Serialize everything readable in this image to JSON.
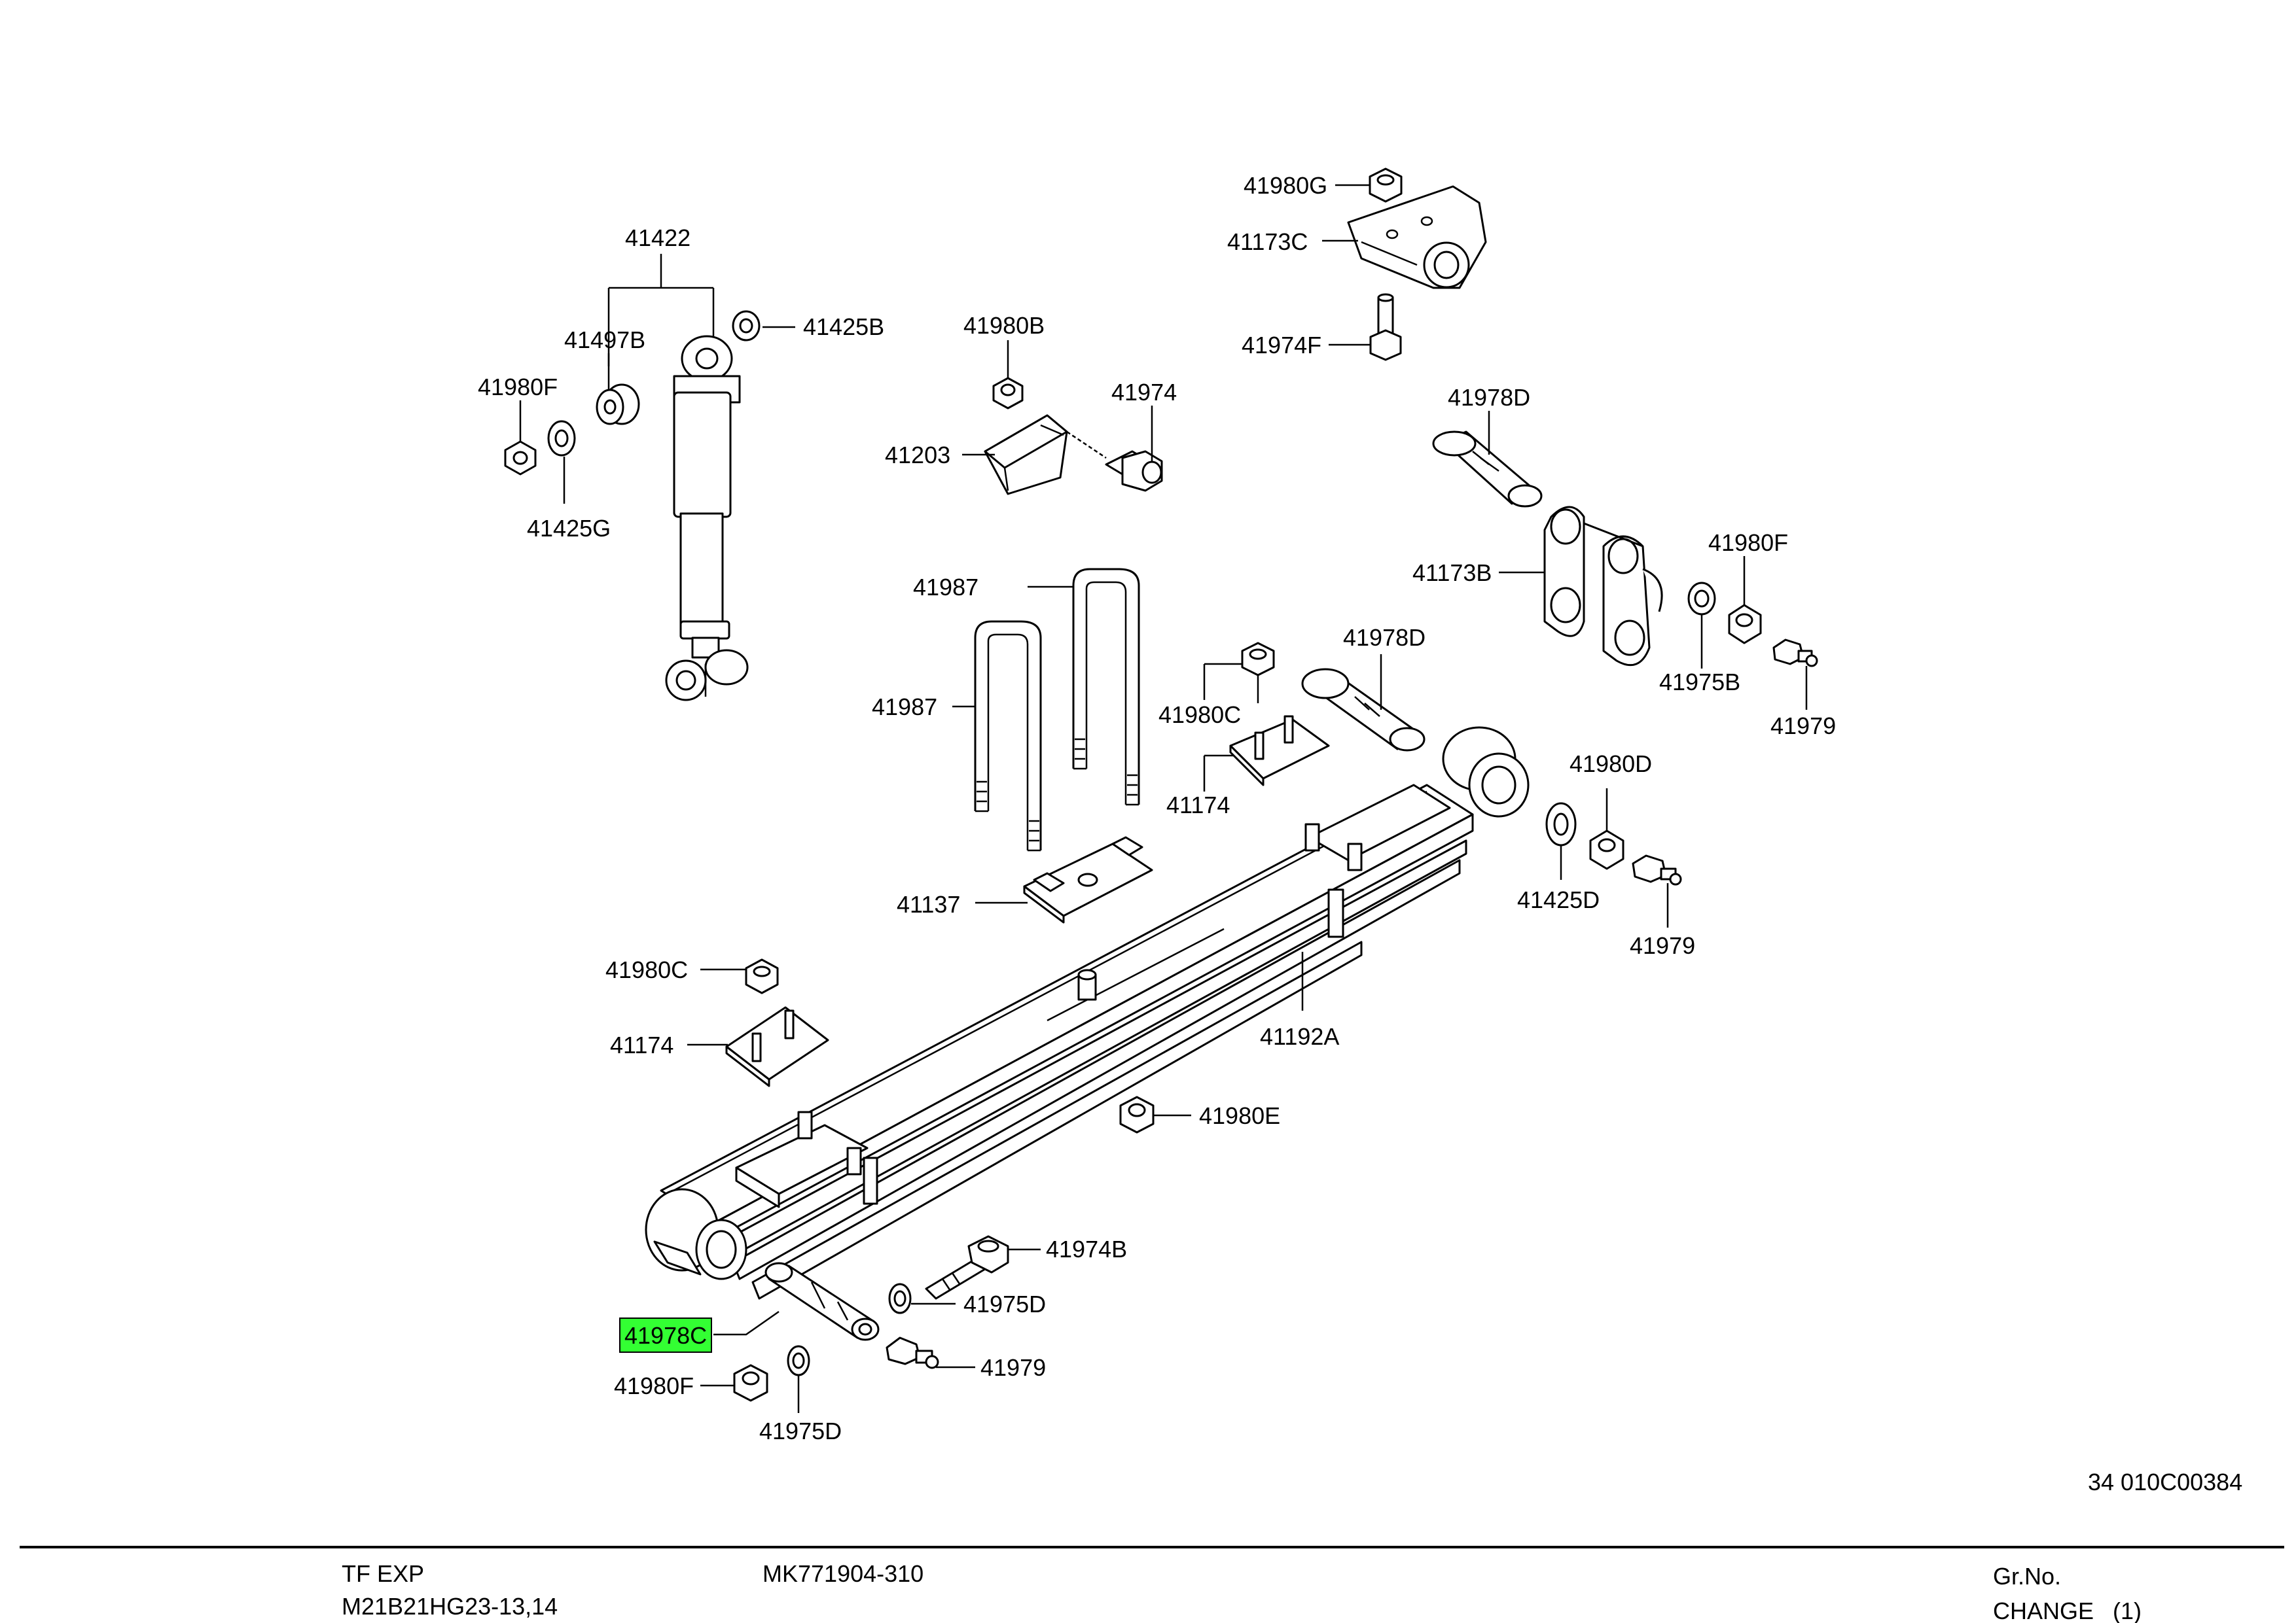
{
  "callouts": {
    "c41422": "41422",
    "c41497B": "41497B",
    "c41425B": "41425B",
    "c41980F_a": "41980F",
    "c41425G": "41425G",
    "c41980B": "41980B",
    "c41974": "41974",
    "c41203": "41203",
    "c41980G": "41980G",
    "c41173C": "41173C",
    "c41974F": "41974F",
    "c41978D_a": "41978D",
    "c41173B": "41173B",
    "c41980F_b": "41980F",
    "c41975B": "41975B",
    "c41979_a": "41979",
    "c41987_a": "41987",
    "c41987_b": "41987",
    "c41980C_a": "41980C",
    "c41174_a": "41174",
    "c41978D_b": "41978D",
    "c41980D": "41980D",
    "c41425D": "41425D",
    "c41979_b": "41979",
    "c41137": "41137",
    "c41980C_b": "41980C",
    "c41174_b": "41174",
    "c41192A": "41192A",
    "c41980E": "41980E",
    "c41974B": "41974B",
    "c41975D_a": "41975D",
    "c41978C": "41978C",
    "c41979_c": "41979",
    "c41980F_c": "41980F",
    "c41975D_b": "41975D"
  },
  "highlight_color": "#33ff33",
  "figure_id": "34 010C00384",
  "footer": {
    "model": "TF EXP",
    "model_code": "M21B21HG23-13,14",
    "part_number": "MK771904-310",
    "group_label": "Gr.No.",
    "change_label": "CHANGE",
    "change_value": "(1)"
  }
}
